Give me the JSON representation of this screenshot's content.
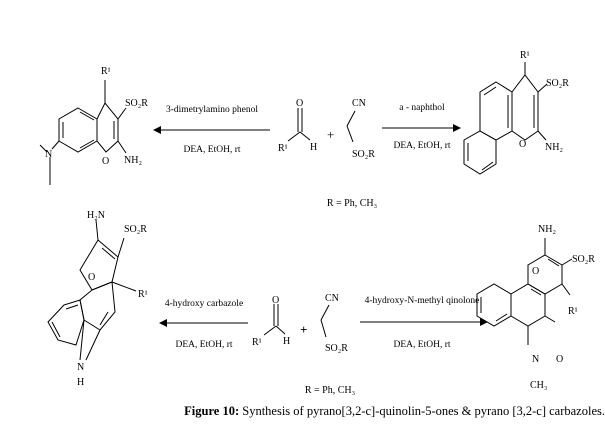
{
  "scheme_top": {
    "left_product": {
      "r1": "R¹",
      "so2r": "SO₂R",
      "o": "O",
      "nh2": "NH₂",
      "n": "N"
    },
    "left_arrow": {
      "reagent": "3-dimetrylamino phenol",
      "conditions": "DEA, EtOH, rt"
    },
    "aldehyde": {
      "o": "O",
      "h": "H",
      "r1": "R¹"
    },
    "plus": "+",
    "nitrile": {
      "cn": "CN",
      "so2r": "SO₂R"
    },
    "right_arrow": {
      "reagent": "a - naphthol",
      "conditions": "DEA, EtOH, rt"
    },
    "right_product": {
      "r1": "R¹",
      "so2r": "SO₂R",
      "o": "O",
      "nh2": "NH₂"
    },
    "r_definition": "R = Ph, CH₃"
  },
  "scheme_bottom": {
    "left_product": {
      "h2n": "H₂N",
      "so2r": "SO₂R",
      "o": "O",
      "r1": "R¹",
      "n": "N",
      "h": "H"
    },
    "left_arrow": {
      "reagent": "4-hydroxy carbazole",
      "conditions": "DEA, EtOH, rt"
    },
    "aldehyde": {
      "o": "O",
      "h": "H",
      "r1": "R¹"
    },
    "plus": "+",
    "nitrile": {
      "cn": "CN",
      "so2r": "SO₂R"
    },
    "right_arrow": {
      "reagent": "4-hydroxy-N-methyl qinolone",
      "conditions": "DEA, EtOH, rt"
    },
    "right_product": {
      "nh2": "NH₂",
      "so2r": "SO₂R",
      "o_ring": "O",
      "r1": "R¹",
      "n": "N",
      "o_carbonyl": "O",
      "ch3": "CH₃"
    },
    "r_definition": "R = Ph, CH₃"
  },
  "caption": {
    "label": "Figure 10:",
    "text": " Synthesis of pyrano[3,2-c]-quinolin-5-ones & pyrano [3,2-c] carbazoles."
  }
}
